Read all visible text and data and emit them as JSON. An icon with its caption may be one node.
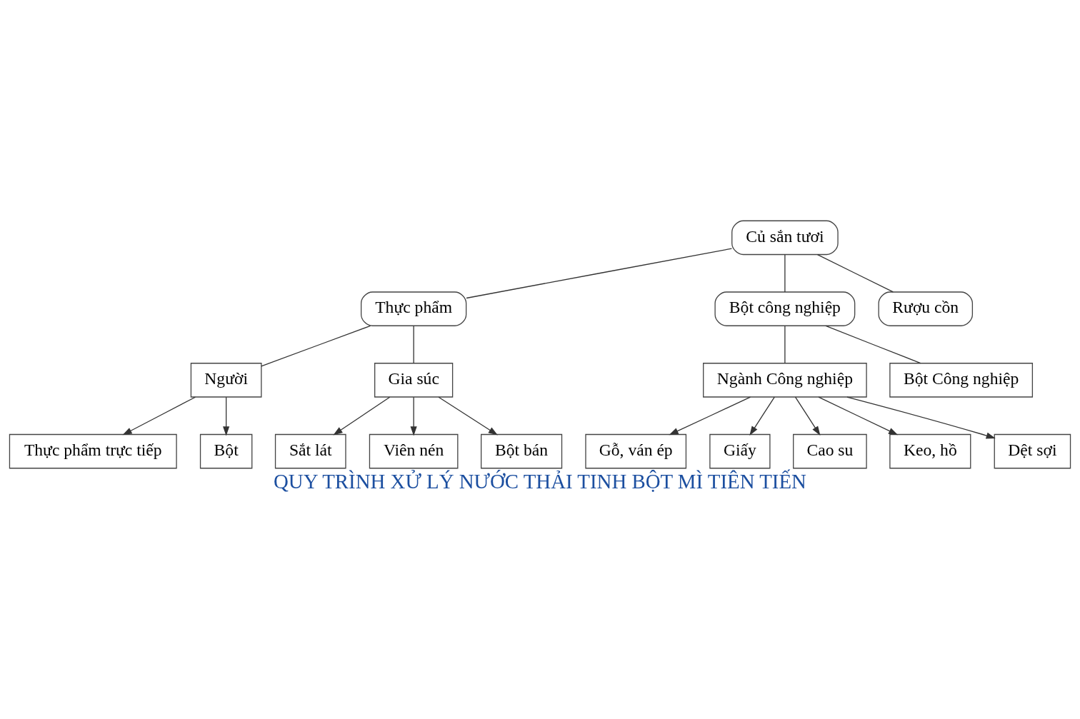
{
  "diagram": {
    "title": "QUY TRÌNH XỬ LÝ NƯỚC THẢI TINH BỘT MÌ TIÊN TIẾN",
    "nodes": [
      {
        "text": [
          "Củ sắn tươi"
        ]
      },
      {
        "text": [
          "Thực phẩm"
        ]
      },
      {
        "text": [
          "Bột công nghiệp"
        ]
      },
      {
        "text": [
          "Rượu cồn"
        ]
      },
      {
        "text": [
          "Người"
        ]
      },
      {
        "text": [
          "Gia súc"
        ]
      },
      {
        "text": [
          "Ngành Công nghiệp"
        ]
      },
      {
        "text": [
          "Bột Công nghiệp"
        ]
      },
      {
        "text": [
          "Thực phẩm trực tiếp"
        ]
      },
      {
        "text": [
          "Bột"
        ]
      },
      {
        "text": [
          "Sắt lát"
        ]
      },
      {
        "text": [
          "Viên nén"
        ]
      },
      {
        "text": [
          "Bột bán"
        ]
      },
      {
        "text": [
          "Gỗ, ván ép"
        ]
      },
      {
        "text": [
          "Giấy"
        ]
      },
      {
        "text": [
          "Cao su"
        ]
      },
      {
        "text": [
          "Keo, hồ"
        ]
      },
      {
        "text": [
          "Dệt sợi"
        ]
      }
    ],
    "edges": [
      {
        "from": 0,
        "to": 1,
        "arrow": "none"
      },
      {
        "from": 0,
        "to": 2,
        "arrow": "none"
      },
      {
        "from": 0,
        "to": 3,
        "arrow": "none"
      },
      {
        "from": 1,
        "to": 4,
        "arrow": "none"
      },
      {
        "from": 1,
        "to": 5,
        "arrow": "none"
      },
      {
        "from": 2,
        "to": 6,
        "arrow": "none"
      },
      {
        "from": 2,
        "to": 7,
        "arrow": "none"
      },
      {
        "from": 4,
        "to": 8,
        "arrow": "to"
      },
      {
        "from": 4,
        "to": 9,
        "arrow": "to"
      },
      {
        "from": 5,
        "to": 10,
        "arrow": "to"
      },
      {
        "from": 5,
        "to": 11,
        "arrow": "to"
      },
      {
        "from": 5,
        "to": 12,
        "arrow": "to"
      },
      {
        "from": 6,
        "to": 13,
        "arrow": "to"
      },
      {
        "from": 6,
        "to": 14,
        "arrow": "to"
      },
      {
        "from": 6,
        "to": 15,
        "arrow": "to"
      },
      {
        "from": 6,
        "to": 16,
        "arrow": "to"
      },
      {
        "from": 6,
        "to": 17,
        "arrow": "to"
      }
    ]
  }
}
